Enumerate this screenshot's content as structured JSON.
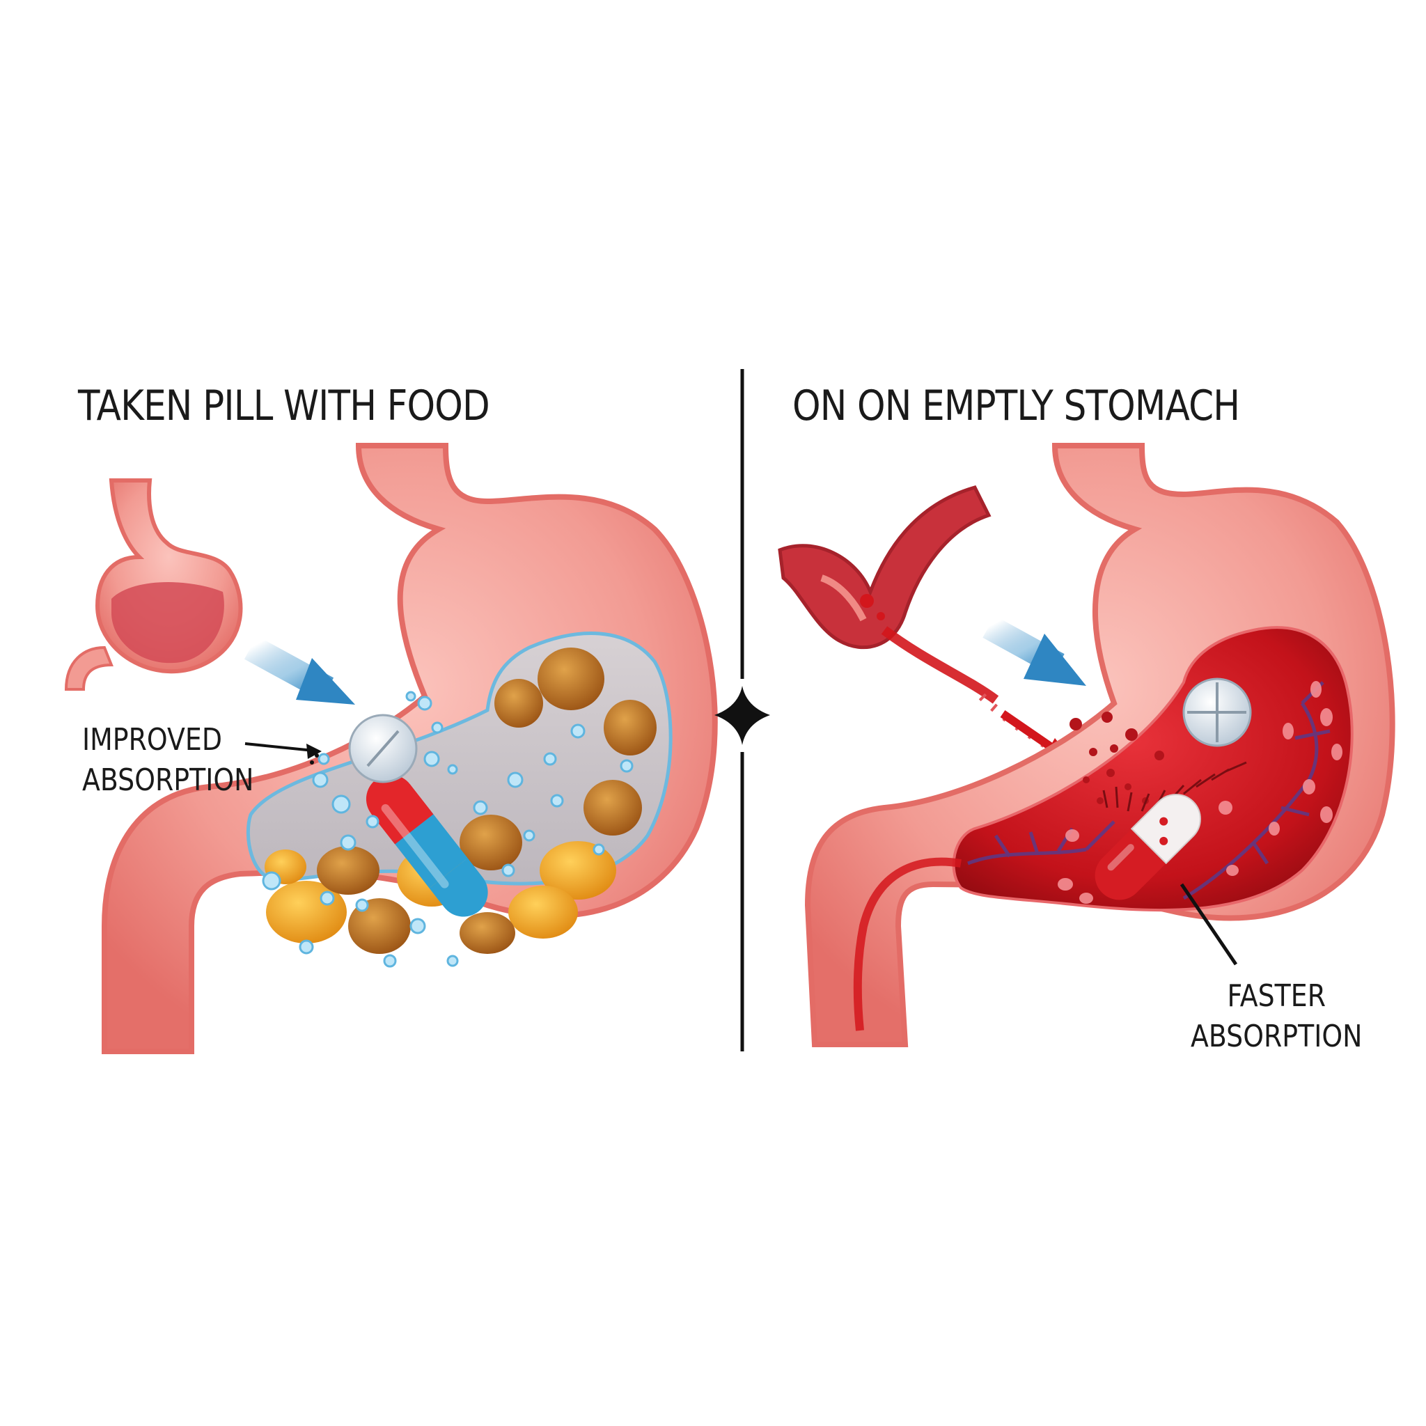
{
  "panels": [
    {
      "title": "TAKEN PILL WITH FOOD",
      "callout": [
        "IMPROVED",
        "ABSORPTION"
      ]
    },
    {
      "title": "ON ON EMPTLY STOMACH",
      "callout": [
        "FASTER",
        "ABSORPTION"
      ]
    }
  ],
  "colors": {
    "stomach_outer": "#f08a85",
    "stomach_inner": "#f6a7a0",
    "empty_lining": "#d01a1a",
    "food_fluid": "#c9c3c8",
    "capsule_red": "#e3262a",
    "capsule_blue": "#2d9fd2",
    "tablet": "#dfe8f0",
    "bubble": "#8fd0ef",
    "arrow_blue": "#2f86c2",
    "arrow_red": "#d3161c",
    "divider": "#111111"
  },
  "icons": {
    "divider_ornament": "four-point-star-icon"
  }
}
